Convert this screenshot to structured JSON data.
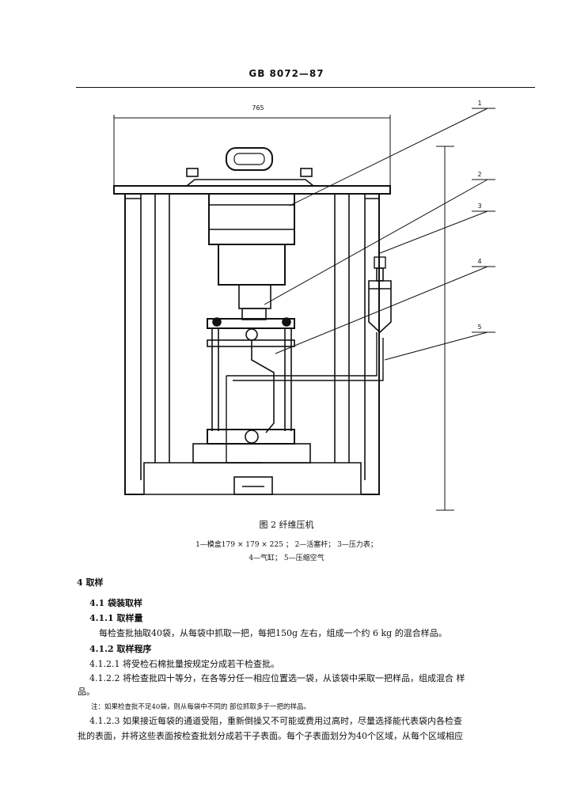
{
  "header": {
    "standard_code": "GB 8072—87"
  },
  "figure": {
    "dimension_label": "765",
    "callouts": [
      "1",
      "2",
      "3",
      "4",
      "5"
    ],
    "caption": "图 2   纤维压机",
    "legend_line1": "1—模盒179 × 179 × 225 ； 2—活塞杆； 3—压力表；",
    "legend_line2": "4—气缸； 5—压缩空气"
  },
  "sections": {
    "s4": "4   取样",
    "s4_1": "4.1   袋装取样",
    "s4_1_1": "4.1.1   取样量",
    "s4_1_1_text": "每检查批抽取40袋，从每袋中抓取一把，每把150g 左右，组成一个约 6 kg 的混合样品。",
    "s4_1_2": "4.1.2   取样程序",
    "s4_1_2_1": "4.1.2.1   将受检石棉批量按规定分成若干检查批。",
    "s4_1_2_2": "4.1.2.2   将检查批四十等分，在各等分任一相应位置选一袋，从该袋中采取一把样品，组成混合 样",
    "s4_1_2_2_cont": "品。",
    "note": "注：如果检查批不足40袋，则从每袋中不同的 部位抓取多于一把的样品。",
    "s4_1_2_3": "4.1.2.3   如果接近每袋的通道受阻，重新倒操又不可能或费用过高时，尽量选择能代表袋内各检查",
    "s4_1_2_3_cont": "批的表面，并将这些表面按检查批划分成若干子表面。每个子表面划分为40个区域，从每个区域相应"
  }
}
